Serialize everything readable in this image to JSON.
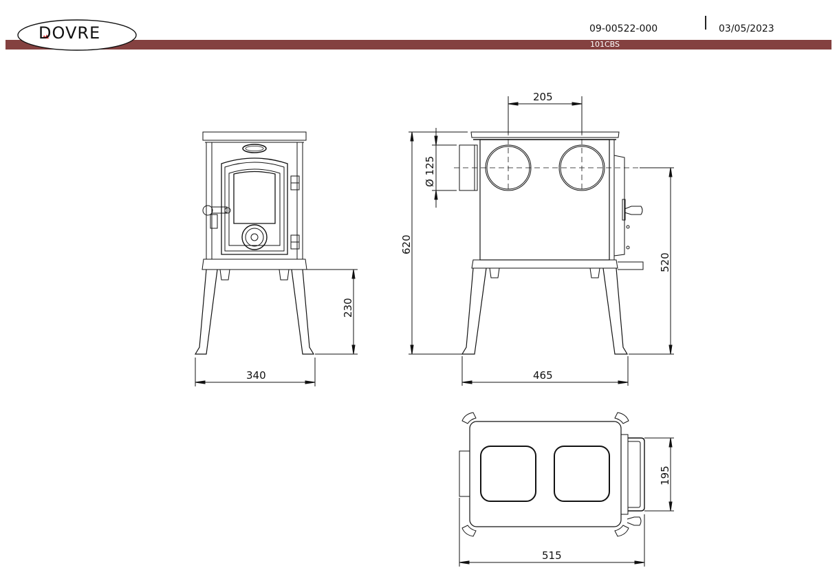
{
  "header": {
    "brand": "DOVRE",
    "doc_number": "09-00522-000",
    "date": "03/05/2023",
    "model": "101CBS",
    "bar_color": "#844140"
  },
  "views": {
    "front": {
      "width_dim": "340",
      "leg_height_dim": "230"
    },
    "side": {
      "outlet_spacing_dim": "205",
      "outlet_diameter_dim": "Ø 125",
      "total_height_dim": "620",
      "outlet_center_height_dim": "520",
      "depth_dim": "465"
    },
    "top": {
      "overall_depth_dim": "515",
      "handle_width_dim": "195"
    }
  }
}
